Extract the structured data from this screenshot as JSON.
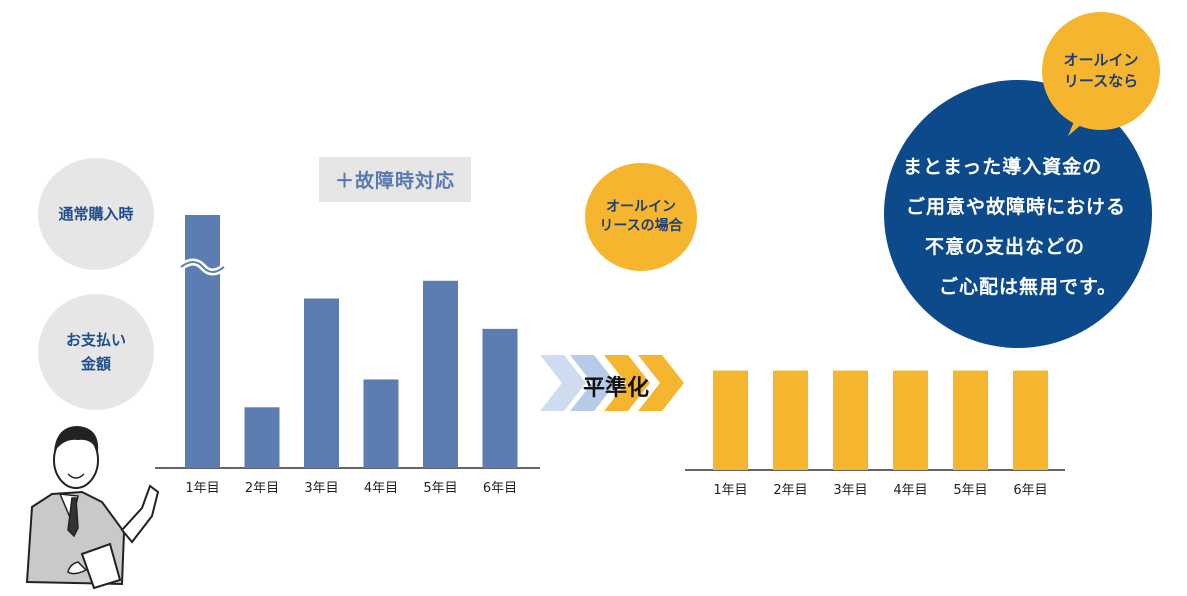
{
  "labels": {
    "normal_purchase": "通常購入時",
    "payment_line1": "お支払い",
    "payment_line2": "金額",
    "breakdown_tag": "＋故障時対応",
    "allin_case_line1": "オールイン",
    "allin_case_line2": "リースの場合",
    "leveling": "平準化",
    "allin_bubble_line1": "オールイン",
    "allin_bubble_line2": "リースなら",
    "message_lines": [
      "まとまった導入資金の",
      "ご用意や故障時における",
      "不意の支出などの",
      "ご心配は無用です。"
    ],
    "break_mark": "〜"
  },
  "colors": {
    "blue_bar": "#5b7db2",
    "yellow_bar": "#f5b52e",
    "bubble_blue": "#0d4a8b",
    "gray_circle": "#e6e6e6"
  },
  "chart_data": [
    {
      "type": "bar",
      "categories": [
        "1年目",
        "2年目",
        "3年目",
        "4年目",
        "5年目",
        "6年目"
      ],
      "values": [
        100,
        24,
        67,
        35,
        74,
        55
      ],
      "ylim": [
        0,
        100
      ],
      "axis_break_on_first_bar": true,
      "color": "#5b7db2"
    },
    {
      "type": "bar",
      "categories": [
        "1年目",
        "2年目",
        "3年目",
        "4年目",
        "5年目",
        "6年目"
      ],
      "values": [
        39,
        39,
        39,
        39,
        39,
        39
      ],
      "ylim": [
        0,
        100
      ],
      "color": "#f5b52e"
    }
  ]
}
